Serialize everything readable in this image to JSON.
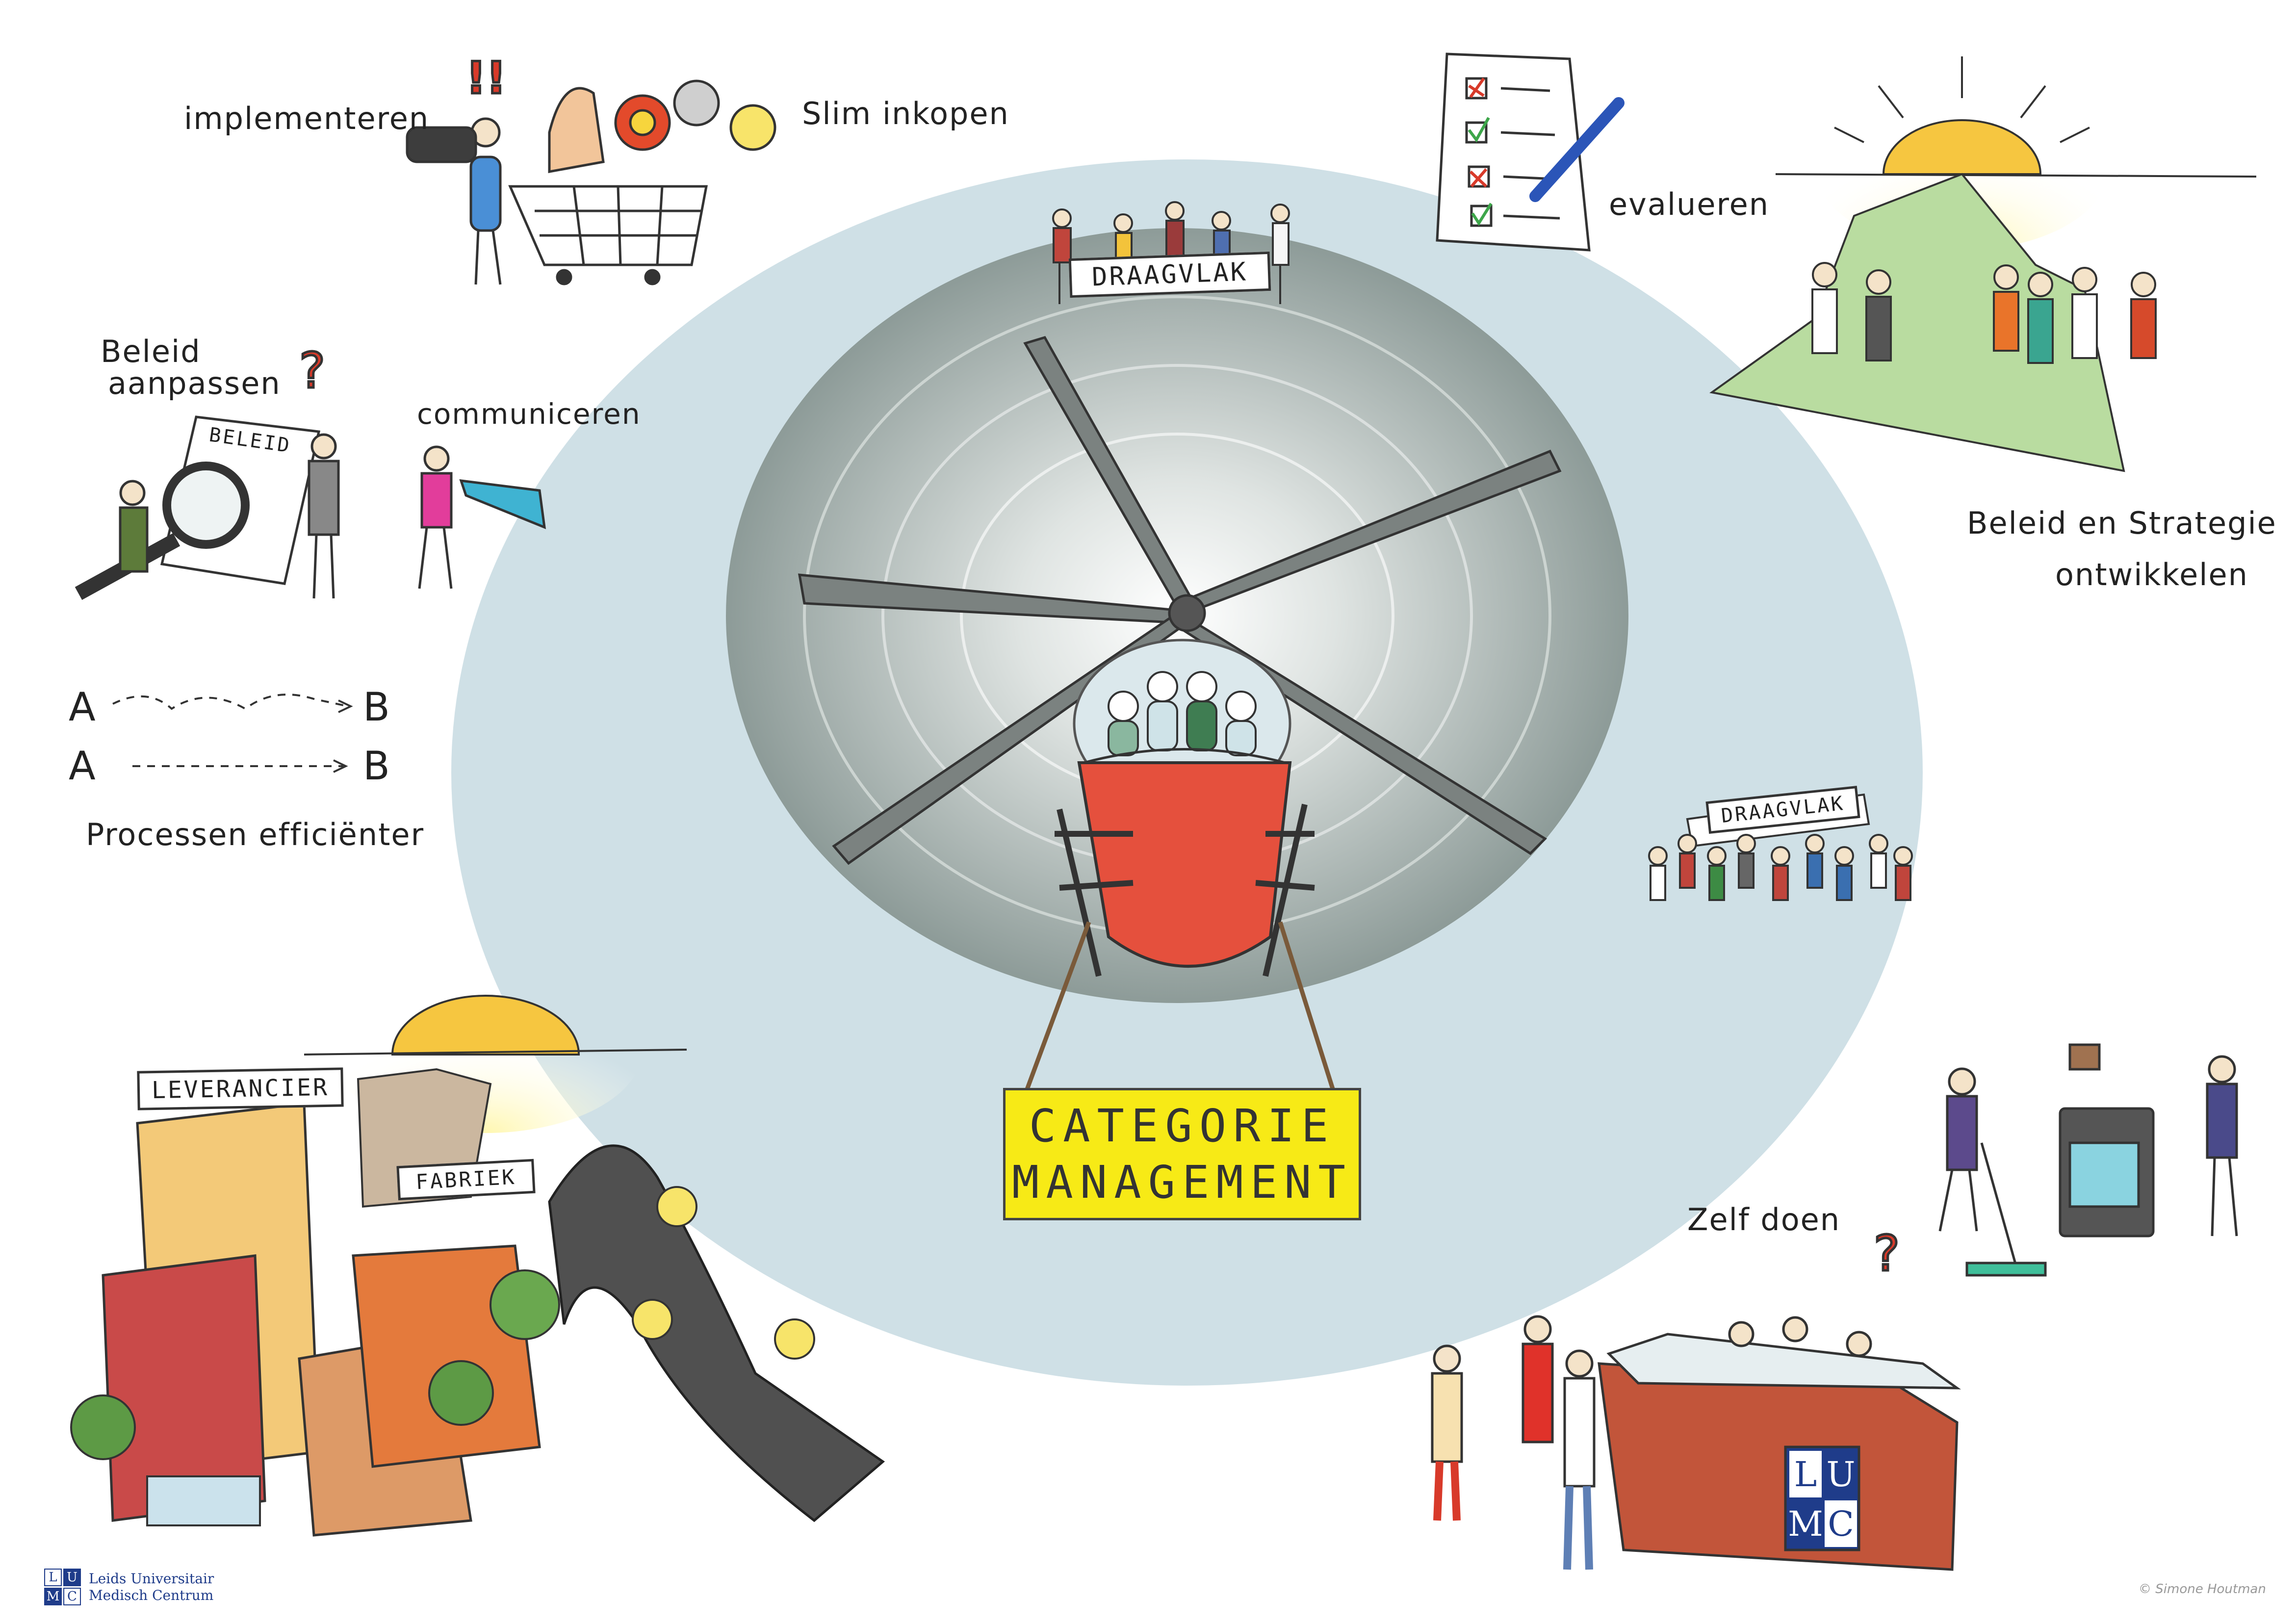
{
  "labels": {
    "implementeren": "implementeren",
    "slim_inkopen": "Slim inkopen",
    "evalueren": "evalueren",
    "beleid_aanpassen_1": "Beleid",
    "beleid_aanpassen_2": "aanpassen",
    "communiceren": "communiceren",
    "beleid_strategie_1": "Beleid en Strategie",
    "beleid_strategie_2": "ontwikkelen",
    "processen": "Processen efficiënter",
    "zelf_doen": "Zelf doen",
    "arrow_a1": "A",
    "arrow_b1": "B",
    "arrow_a2": "A",
    "arrow_b2": "B"
  },
  "signs": {
    "center_line1": "CATEGORIE",
    "center_line2": "MANAGEMENT",
    "draagvlak_top": "DRAAGVLAK",
    "draagvlak_right": "DRAAGVLAK",
    "beleid_paper": "BELEID",
    "leverancier": "LEVERANCIER",
    "fabriek": "FABRIEK",
    "lumc_counter": [
      "L",
      "U",
      "M",
      "C"
    ]
  },
  "logo": {
    "letters": [
      "L",
      "U",
      "M",
      "C"
    ],
    "line1": "Leids Universitair",
    "line2": "Medisch Centrum"
  },
  "credit": "© Simone Houtman",
  "colors": {
    "ellipse": "#cfe0e6",
    "rotor_disc": "#9aa8a5",
    "helicopter_body": "#e5503d",
    "sign_yellow": "#f7ea16",
    "sun": "#f6c640",
    "hill": "#b9dca0"
  }
}
